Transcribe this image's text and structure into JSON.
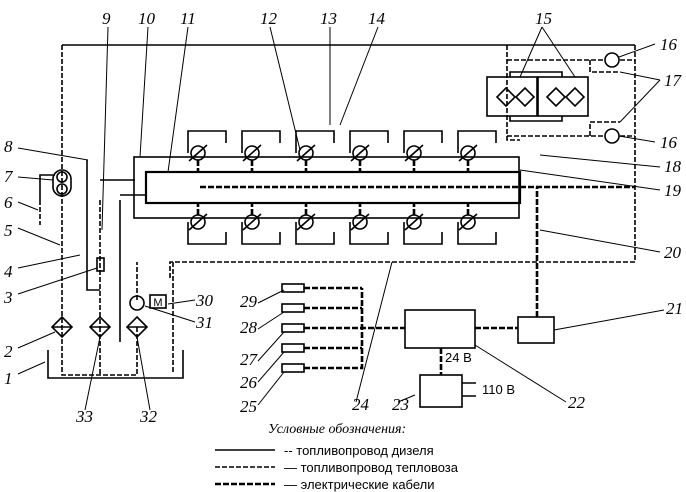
{
  "labels": [
    "1",
    "2",
    "3",
    "4",
    "5",
    "6",
    "7",
    "8",
    "9",
    "10",
    "11",
    "12",
    "13",
    "14",
    "15",
    "16",
    "16",
    "17",
    "18",
    "19",
    "20",
    "21",
    "22",
    "23",
    "24",
    "25",
    "26",
    "27",
    "28",
    "29",
    "30",
    "31",
    "32",
    "33"
  ],
  "voltage_low": "24 В",
  "voltage_high": "110 В",
  "motor_label": "M",
  "legend": {
    "title": "Условные обозначения:",
    "items": [
      {
        "style": "solid",
        "text": "-- топливопровод дизеля"
      },
      {
        "style": "ticked",
        "text": "— топливопровод тепловоза"
      },
      {
        "style": "crossed",
        "text": "— электрические кабели"
      }
    ]
  },
  "colors": {
    "ink": "#000000",
    "background": "#ffffff"
  }
}
